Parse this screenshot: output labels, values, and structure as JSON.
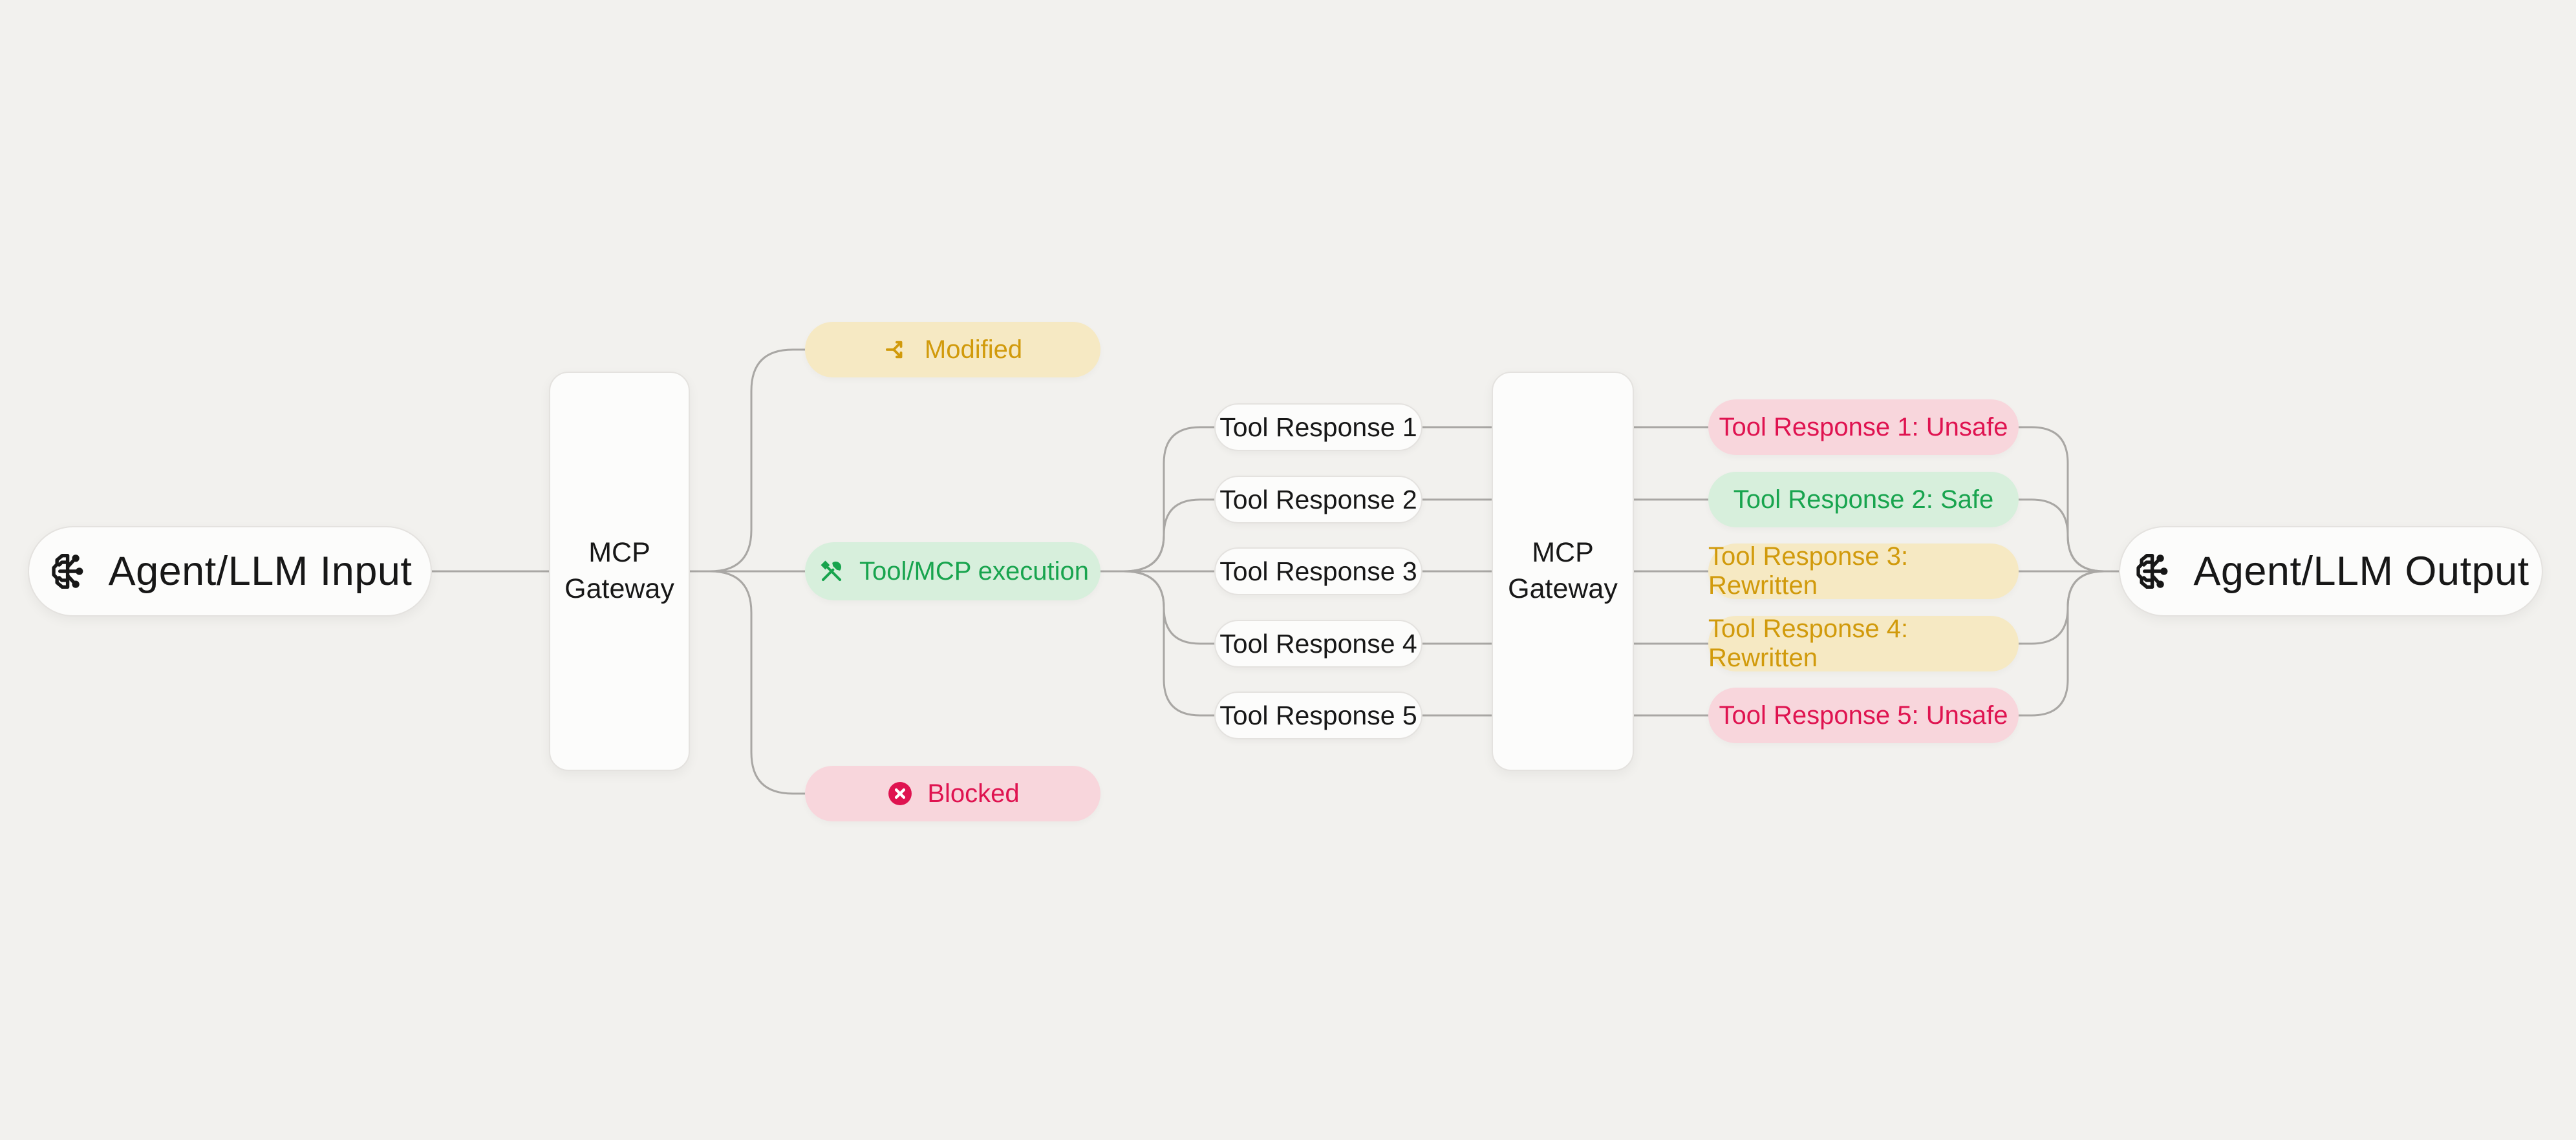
{
  "palette": {
    "background": "#f2f1ee",
    "node_fill": "#fcfcfb",
    "node_border": "#e4e2df",
    "connector": "#a9a7a4",
    "text": "#171717",
    "amber_bg": "#f6e9c3",
    "amber_fg": "#d19a0b",
    "green_bg": "#d7efdc",
    "green_fg": "#18a44e",
    "red_bg": "#f8d6dc",
    "red_fg": "#df1350"
  },
  "input_node": {
    "label": "Agent/LLM Input",
    "icon": "brain-circuit-icon"
  },
  "gateway_in": {
    "label": "MCP Gateway"
  },
  "verdicts": [
    {
      "label": "Modified",
      "icon": "split-arrow-icon",
      "status": "modified",
      "bg": "#f6e9c3",
      "fg": "#d19a0b"
    },
    {
      "label": "Tool/MCP execution",
      "icon": "hammer-wrench-icon",
      "status": "execution",
      "bg": "#d7efdc",
      "fg": "#18a44e"
    },
    {
      "label": "Blocked",
      "icon": "circle-x-icon",
      "status": "blocked",
      "bg": "#f8d6dc",
      "fg": "#df1350"
    }
  ],
  "tool_responses": [
    {
      "label": "Tool Response 1"
    },
    {
      "label": "Tool Response 2"
    },
    {
      "label": "Tool Response 3"
    },
    {
      "label": "Tool Response 4"
    },
    {
      "label": "Tool Response 5"
    }
  ],
  "gateway_out": {
    "label": "MCP Gateway"
  },
  "results": [
    {
      "label": "Tool Response 1: Unsafe",
      "status": "unsafe",
      "bg": "#f8d6dc",
      "fg": "#df1350"
    },
    {
      "label": "Tool Response 2: Safe",
      "status": "safe",
      "bg": "#d7efdc",
      "fg": "#18a44e"
    },
    {
      "label": "Tool Response 3: Rewritten",
      "status": "rewritten",
      "bg": "#f6e9c3",
      "fg": "#d19a0b"
    },
    {
      "label": "Tool Response 4: Rewritten",
      "status": "rewritten",
      "bg": "#f6e9c3",
      "fg": "#d19a0b"
    },
    {
      "label": "Tool Response 5: Unsafe",
      "status": "unsafe",
      "bg": "#f8d6dc",
      "fg": "#df1350"
    }
  ],
  "output_node": {
    "label": "Agent/LLM Output",
    "icon": "brain-circuit-icon"
  }
}
